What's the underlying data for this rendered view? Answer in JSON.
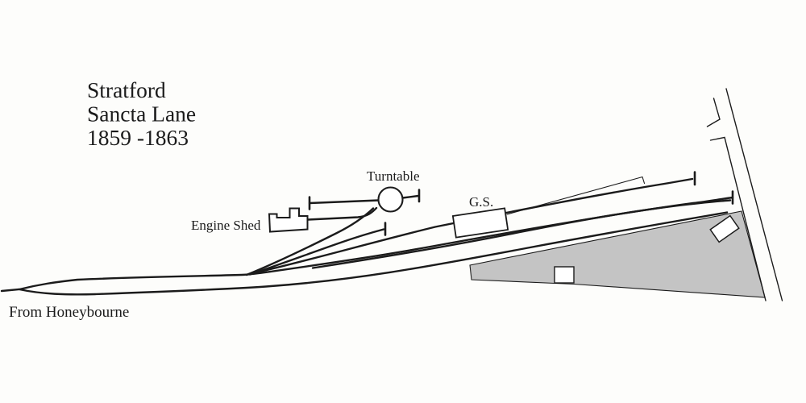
{
  "diagram": {
    "title": {
      "line1": "Stratford",
      "line2": "Sancta Lane",
      "line3": "1859 -1863"
    },
    "labels": {
      "turntable": "Turntable",
      "engine_shed": "Engine Shed",
      "goods_shed": "G.S.",
      "origin": "From Honeybourne"
    },
    "colors": {
      "ink": "#1b1b1b",
      "platform_fill": "#c4c4c4",
      "building_fill": "#ffffff",
      "background": "#fdfdfb"
    }
  }
}
